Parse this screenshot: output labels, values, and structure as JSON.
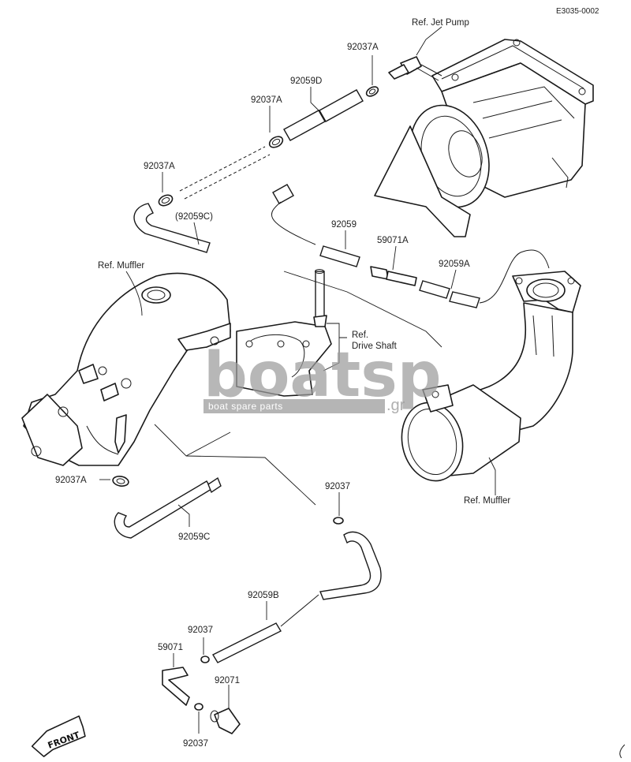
{
  "diagram_code": "E3035-0002",
  "labels": {
    "ref_jet_pump": "Ref. Jet Pump",
    "p92037A_top": "92037A",
    "p92059D": "92059D",
    "p92037A_mid": "92037A",
    "p92037A_left": "92037A",
    "p92059C_paren": "(92059C)",
    "p92059": "92059",
    "p59071A": "59071A",
    "p92059A": "92059A",
    "ref_muffler_left": "Ref. Muffler",
    "ref_drive_shaft_1": "Ref.",
    "ref_drive_shaft_2": "Drive Shaft",
    "p92037A_bottom": "92037A",
    "p92037_mid": "92037",
    "p92059C": "92059C",
    "ref_muffler_right": "Ref. Muffler",
    "p92059B": "92059B",
    "p92037_low1": "92037",
    "p59071": "59071",
    "p92071": "92071",
    "p92037_low2": "92037",
    "front": "FRONT"
  },
  "watermark": {
    "main": "boatsp",
    "suffix": ".gr",
    "tagline": "boat spare parts"
  }
}
